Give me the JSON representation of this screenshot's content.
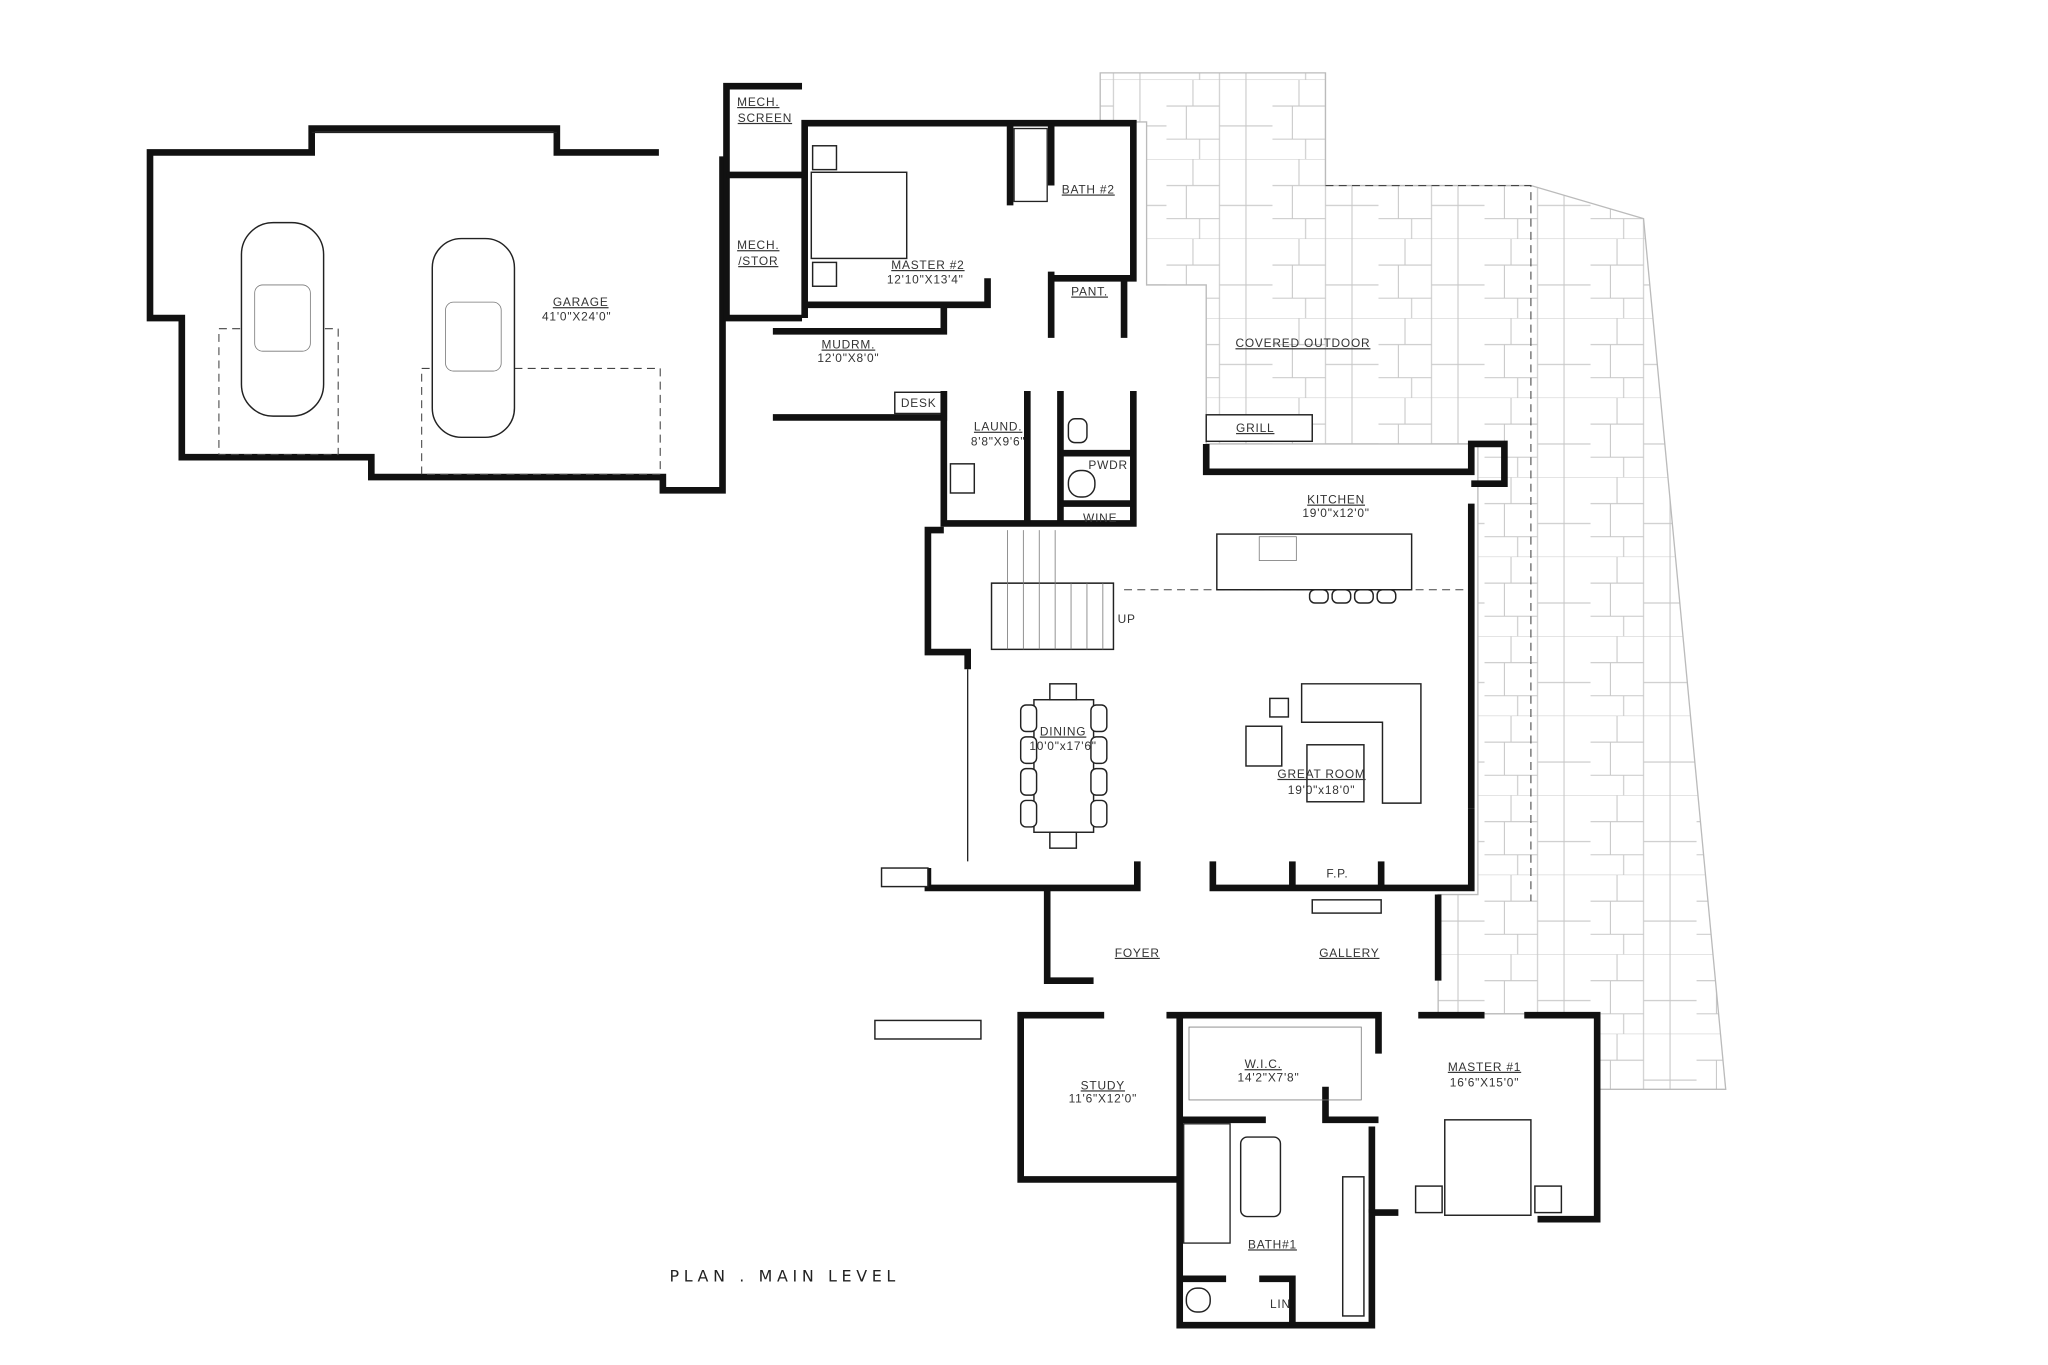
{
  "title": "PLAN . MAIN LEVEL",
  "rooms": {
    "garage": {
      "name": "GARAGE",
      "size": "41'0\"X24'0\""
    },
    "mech_screen": {
      "name": "MECH.",
      "name2": "SCREEN"
    },
    "mech_stor": {
      "name": "MECH.",
      "name2": "/STOR"
    },
    "master2": {
      "name": "MASTER #2",
      "size": "12'10\"X13'4\""
    },
    "bath2": {
      "name": "BATH #2"
    },
    "pantry": {
      "name": "PANT."
    },
    "mudroom": {
      "name": "MUDRM.",
      "size": "12'0\"X8'0\""
    },
    "desk": {
      "name": "DESK"
    },
    "laundry": {
      "name": "LAUND.",
      "size": "8'8\"X9'6\""
    },
    "powder": {
      "name": "PWDR"
    },
    "wine": {
      "name": "WINE"
    },
    "covered_outdoor": {
      "name": "COVERED OUTDOOR"
    },
    "grill": {
      "name": "GRILL"
    },
    "kitchen": {
      "name": "KITCHEN",
      "size": "19'0\"x12'0\""
    },
    "stairs": {
      "name": "UP"
    },
    "dining": {
      "name": "DINING",
      "size": "10'0\"x17'6\""
    },
    "great_room": {
      "name": "GREAT ROOM",
      "size": "19'0\"x18'0\""
    },
    "fireplace": {
      "name": "F.P."
    },
    "foyer": {
      "name": "FOYER"
    },
    "gallery": {
      "name": "GALLERY"
    },
    "study": {
      "name": "STUDY",
      "size": "11'6\"X12'0\""
    },
    "wic": {
      "name": "W.I.C.",
      "size": "14'2\"X7'8\""
    },
    "master1": {
      "name": "MASTER #1",
      "size": "16'6\"X15'0\""
    },
    "bath1": {
      "name": "BATH#1"
    },
    "linen": {
      "name": "LIN"
    }
  }
}
